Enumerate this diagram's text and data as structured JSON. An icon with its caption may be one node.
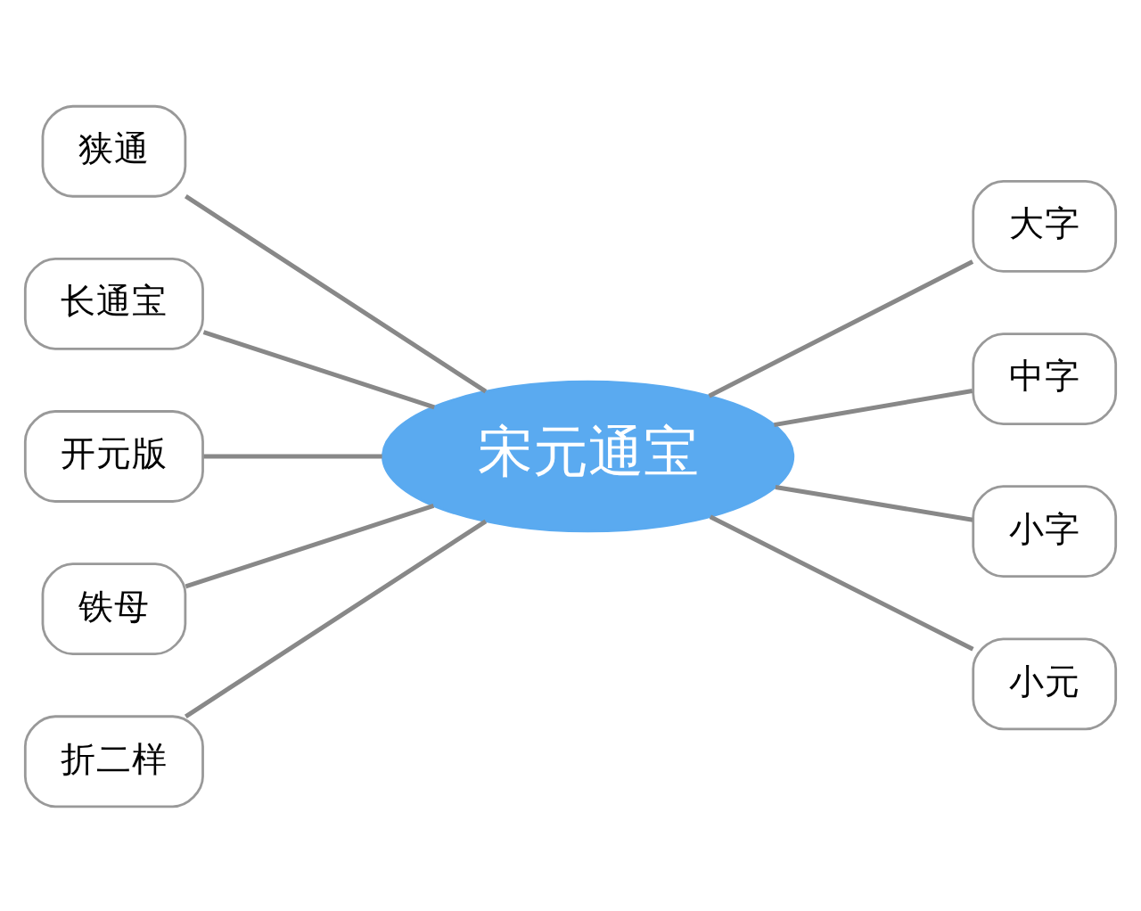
{
  "diagram": {
    "nodes": [
      {
        "text": [
          "宋元通宝"
        ]
      },
      {
        "text": [
          "狭通"
        ]
      },
      {
        "text": [
          "长通宝"
        ]
      },
      {
        "text": [
          "开元版"
        ]
      },
      {
        "text": [
          "铁母"
        ]
      },
      {
        "text": [
          "折二样"
        ]
      },
      {
        "text": [
          "大字"
        ]
      },
      {
        "text": [
          "中字"
        ]
      },
      {
        "text": [
          "小字"
        ]
      },
      {
        "text": [
          "小元"
        ]
      }
    ],
    "edges": [
      {
        "from": 1,
        "to": 0,
        "arrow": "none"
      },
      {
        "from": 2,
        "to": 0,
        "arrow": "none"
      },
      {
        "from": 3,
        "to": 0,
        "arrow": "none"
      },
      {
        "from": 4,
        "to": 0,
        "arrow": "none"
      },
      {
        "from": 5,
        "to": 0,
        "arrow": "none"
      },
      {
        "from": 0,
        "to": 6,
        "arrow": "none"
      },
      {
        "from": 0,
        "to": 7,
        "arrow": "none"
      },
      {
        "from": 0,
        "to": 8,
        "arrow": "none"
      },
      {
        "from": 0,
        "to": 9,
        "arrow": "none"
      }
    ]
  }
}
